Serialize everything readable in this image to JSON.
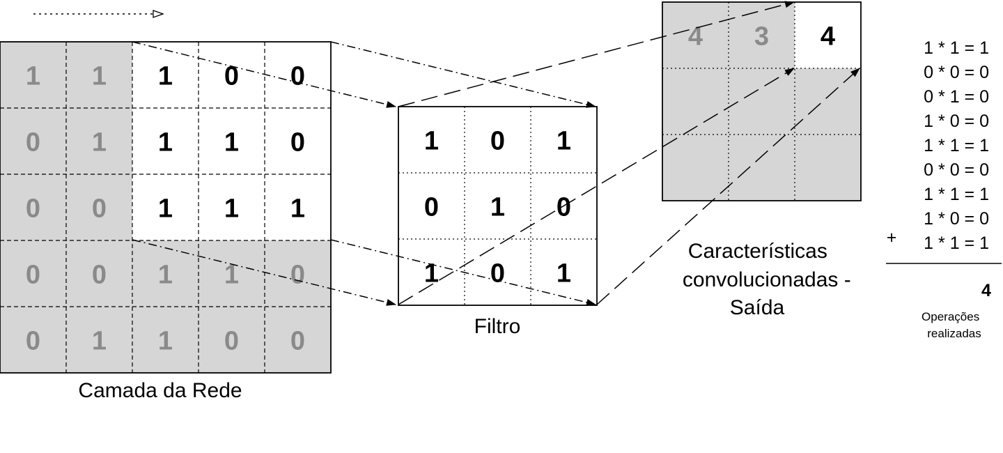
{
  "layer": {
    "label": "Camada da Rede",
    "cells": [
      [
        "1",
        "1",
        "1",
        "0",
        "0"
      ],
      [
        "0",
        "1",
        "1",
        "1",
        "0"
      ],
      [
        "0",
        "0",
        "1",
        "1",
        "1"
      ],
      [
        "0",
        "0",
        "1",
        "1",
        "0"
      ],
      [
        "0",
        "1",
        "1",
        "0",
        "0"
      ]
    ],
    "window_start_col": 2,
    "window_start_row": 0
  },
  "filter": {
    "label": "Filtro",
    "cells": [
      [
        "1",
        "0",
        "1"
      ],
      [
        "0",
        "1",
        "0"
      ],
      [
        "1",
        "0",
        "1"
      ]
    ]
  },
  "output": {
    "label_lines": [
      "Características",
      "convolucionadas -",
      "Saída"
    ],
    "cells": [
      [
        "4",
        "3",
        "4"
      ],
      [
        "",
        "",
        ""
      ],
      [
        "",
        "",
        ""
      ]
    ],
    "current_row": 0,
    "current_col": 2
  },
  "operations": {
    "lines": [
      "1 * 1 = 1",
      "0 * 0 = 0",
      "0 * 1 = 0",
      "1 * 0 = 0",
      "1 * 1 = 1",
      "0 * 0 = 0",
      "1 * 1 = 1",
      "1 * 0 = 0",
      "1 * 1 = 1"
    ],
    "plus_sign": "+",
    "total": "4",
    "caption_lines": [
      "Operações",
      "realizadas"
    ]
  },
  "colors": {
    "shaded_fill": "#d6d6d6",
    "inactive_text": "#8a8a8a",
    "active_text": "#000000",
    "stroke": "#000000"
  }
}
